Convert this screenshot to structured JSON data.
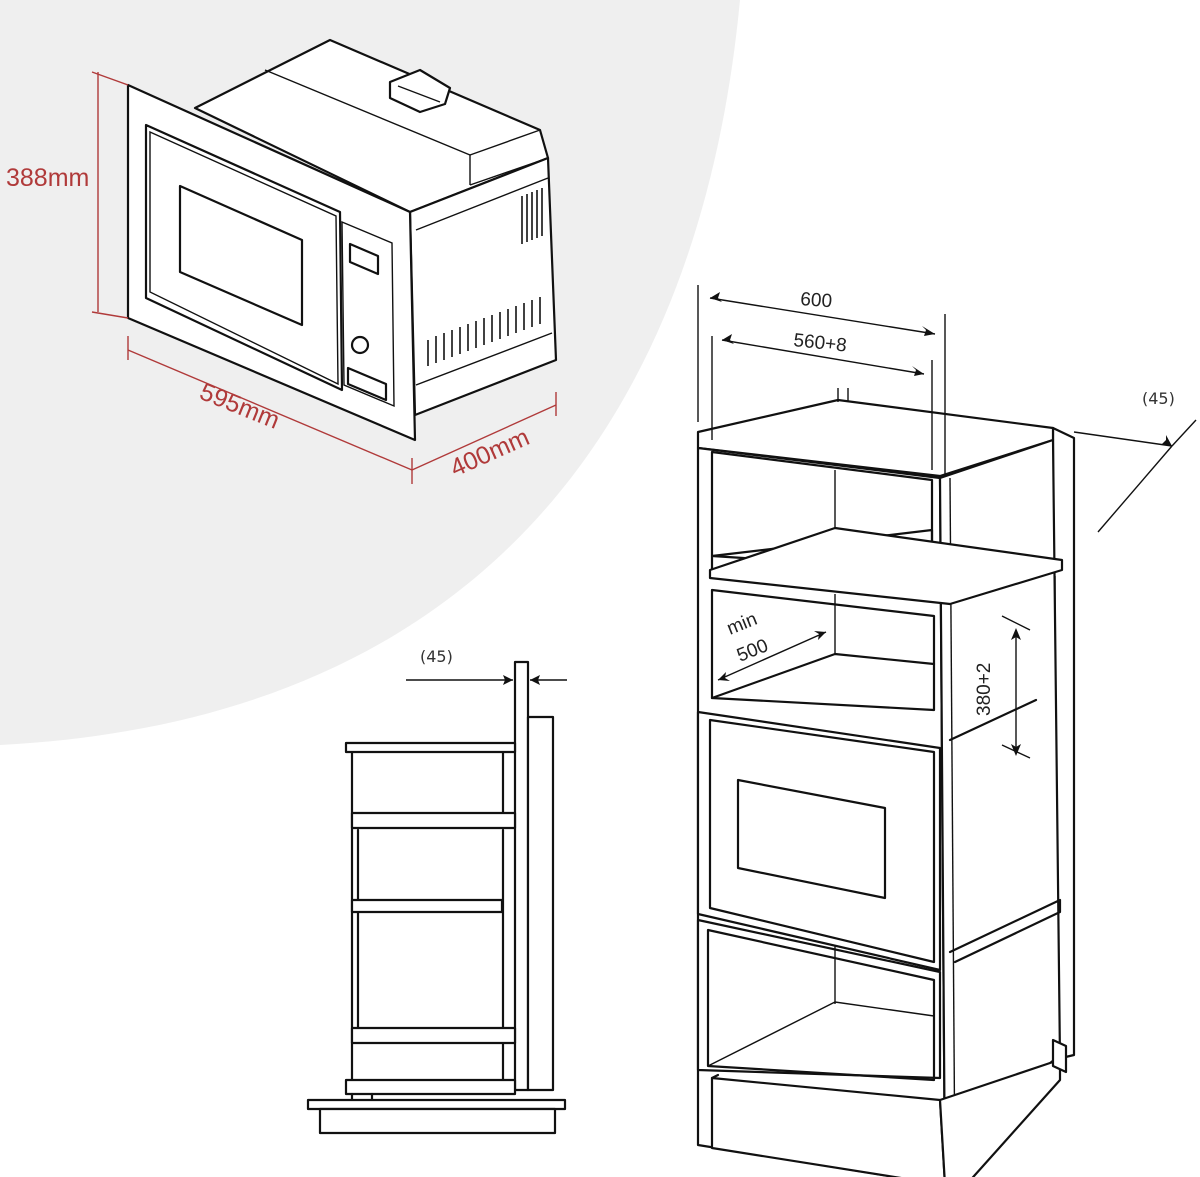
{
  "product_dimensions": {
    "height": "388mm",
    "width": "595mm",
    "depth": "400mm"
  },
  "cabinet_dimensions": {
    "outer_width": "600",
    "inner_width": "560+8",
    "min_depth_label": "min",
    "min_depth_value": "500",
    "niche_height": "380+2",
    "rear_gap_top": "(45)",
    "rear_gap_side": "(45)"
  },
  "colors": {
    "accent_red": "#b03a3a",
    "background_grey": "#efefef",
    "line": "#111111"
  }
}
